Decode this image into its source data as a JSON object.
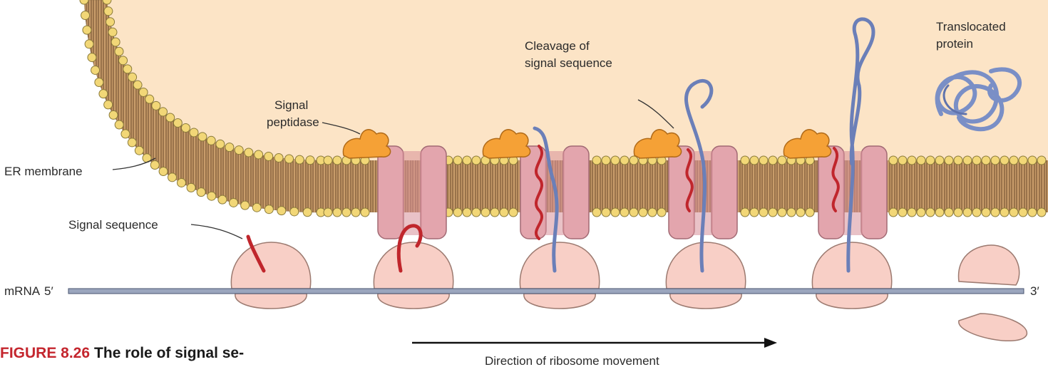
{
  "labels": {
    "signal_peptidase_l1": "Signal",
    "signal_peptidase_l2": "peptidase",
    "er_membrane": "ER membrane",
    "signal_sequence": "Signal sequence",
    "cleavage_l1": "Cleavage of",
    "cleavage_l2": "signal sequence",
    "translocated_l1": "Translocated",
    "translocated_l2": "protein",
    "mrna": "mRNA",
    "five_prime": "5′",
    "three_prime": "3′",
    "direction": "Direction of ribosome movement"
  },
  "caption": {
    "figure_label": "FIGURE 8.26",
    "text": "The role of signal se-"
  },
  "colors": {
    "lumen": "#fce4c6",
    "lipid_head": "#f2d777",
    "lipid_head_stroke": "#8a7a3a",
    "lipid_tail": "#a97c52",
    "membrane_core": "#c89c6a",
    "translocon": "#e3a5ad",
    "translocon_stroke": "#a26a74",
    "ribosome": "#f8cfc6",
    "ribosome_stroke": "#9c7a70",
    "signal_sequence": "#c0262c",
    "protein": "#7a8fc6",
    "peptidase": "#f5a136",
    "mrna": "#9aa5bd",
    "caption_red": "#c4262e"
  },
  "icons": [
    "signal-peptidase-icon",
    "translocon-icon",
    "ribosome-icon",
    "folded-protein-icon",
    "direction-arrow-icon"
  ]
}
